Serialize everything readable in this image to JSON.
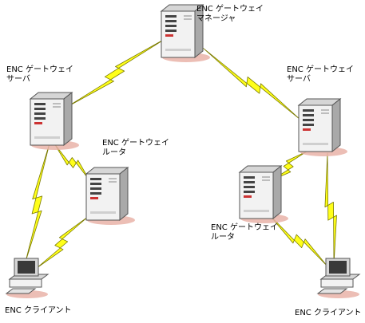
{
  "colors": {
    "link": "#ffff1a",
    "link_outline": "#7a7a00",
    "server_body": "#f2f2f2",
    "server_side": "#a9a9a9",
    "server_top": "#d6d6d6",
    "shadow": "#e9b3a8"
  },
  "nodes": {
    "manager": {
      "line1": "ENC ゲートウェイ",
      "line2": "マネージャ",
      "icon": "server-icon"
    },
    "server_left": {
      "line1": "ENC ゲートウェイ",
      "line2": "サーバ",
      "icon": "server-icon"
    },
    "server_right": {
      "line1": "ENC ゲートウェイ",
      "line2": "サーバ",
      "icon": "server-icon"
    },
    "router_left": {
      "line1": "ENC ゲートウェイ",
      "line2": "ルータ",
      "icon": "server-icon"
    },
    "router_right": {
      "line1": "ENC ゲートウェイ",
      "line2": "ルータ",
      "icon": "server-icon"
    },
    "client_left": {
      "line1": "ENC クライアント",
      "icon": "desktop-computer-icon"
    },
    "client_right": {
      "line1": "ENC クライアント",
      "icon": "desktop-computer-icon"
    }
  }
}
